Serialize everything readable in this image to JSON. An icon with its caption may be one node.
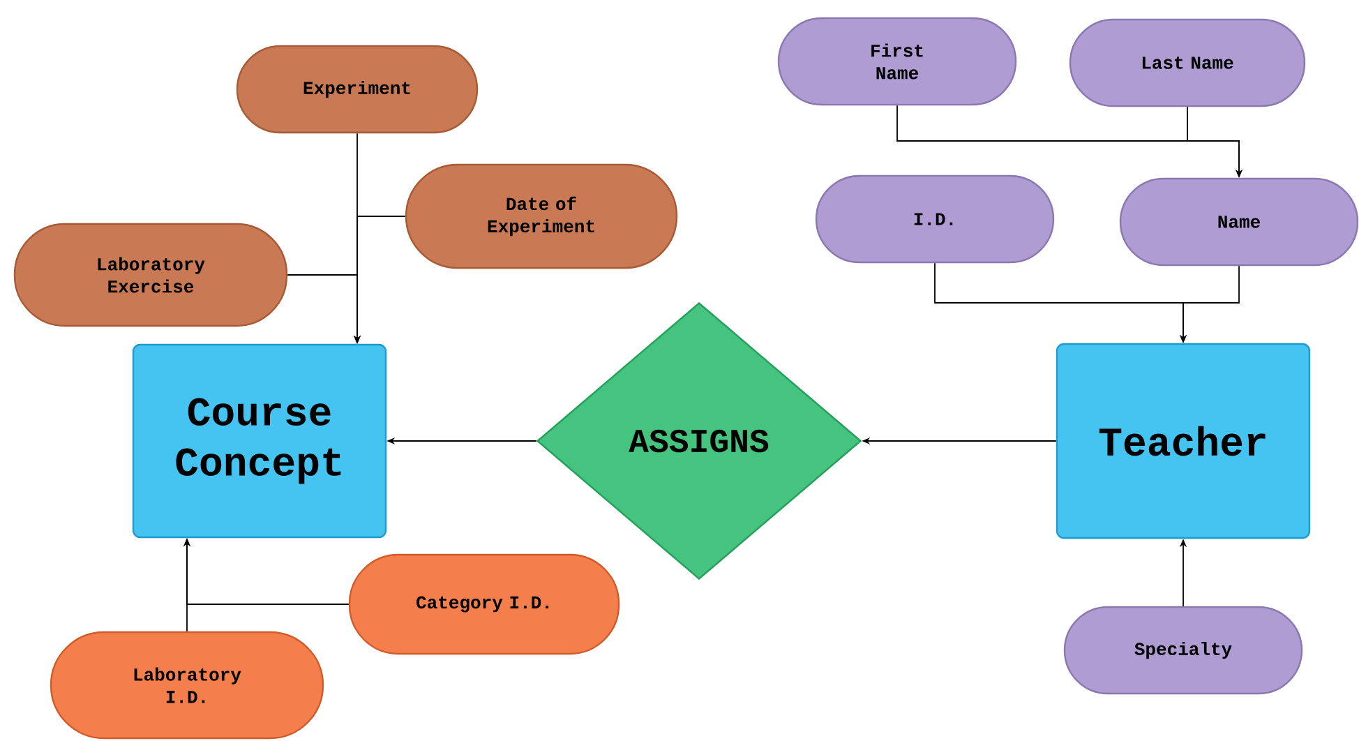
{
  "diagram": {
    "nodes": [
      {
        "text": [
          "Experiment"
        ]
      },
      {
        "text": [
          "First Name"
        ]
      },
      {
        "text": [
          "Last Name"
        ]
      },
      {
        "text": [
          "Date of Experiment"
        ]
      },
      {
        "text": [
          "I.D."
        ]
      },
      {
        "text": [
          "Name"
        ]
      },
      {
        "text": [
          "Laboratory Exercise"
        ]
      },
      {
        "text": [
          "Course Concept"
        ]
      },
      {
        "text": [
          "ASSIGNS"
        ]
      },
      {
        "text": [
          "Teacher"
        ]
      },
      {
        "text": [
          "Category I.D."
        ]
      },
      {
        "text": [
          "Specialty"
        ]
      },
      {
        "text": [
          "Laboratory I.D."
        ]
      }
    ],
    "edges": [
      {
        "from": 0,
        "to": 7,
        "arrow": "to"
      },
      {
        "from": 3,
        "to": 7,
        "arrow": "to"
      },
      {
        "from": 6,
        "to": 7,
        "arrow": "to"
      },
      {
        "from": 8,
        "to": 7,
        "arrow": "to"
      },
      {
        "from": 9,
        "to": 8,
        "arrow": "to"
      },
      {
        "from": 1,
        "to": 5,
        "arrow": "to"
      },
      {
        "from": 2,
        "to": 5,
        "arrow": "to"
      },
      {
        "from": 4,
        "to": 9,
        "arrow": "to"
      },
      {
        "from": 5,
        "to": 9,
        "arrow": "to"
      },
      {
        "from": 11,
        "to": 9,
        "arrow": "to"
      },
      {
        "from": 10,
        "to": 7,
        "arrow": "to"
      },
      {
        "from": 12,
        "to": 7,
        "arrow": "to"
      }
    ]
  }
}
